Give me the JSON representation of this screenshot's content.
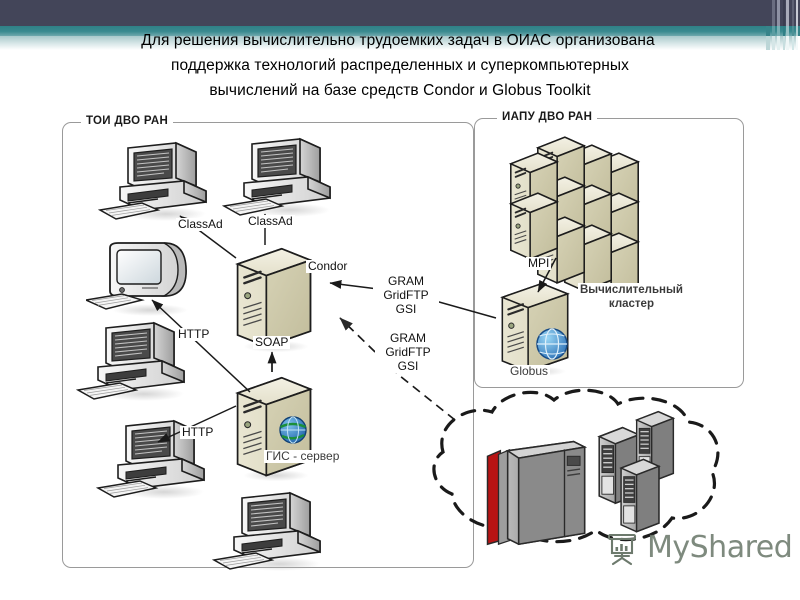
{
  "slide": {
    "title_lines": [
      "Для решения вычислительно трудоемких задач в ОИАС организована",
      "поддержка технологий распределенных и суперкомпьютерных",
      "вычислений на базе средств Condor и Globus Toolkit"
    ],
    "header_colors": {
      "dark_bar": "#434559",
      "teal_bar": "#37848a",
      "fade": "#a9c9cb"
    }
  },
  "panels": {
    "left": {
      "title": "ТОИ ДВО РАН"
    },
    "right": {
      "title": "ИАПУ ДВО РАН"
    }
  },
  "labels": {
    "classad_left": "ClassAd",
    "classad_right": "ClassAd",
    "condor": "Condor",
    "soap": "SOAP",
    "http_top": "HTTP",
    "http_bottom": "HTTP",
    "gram_upper": "GRAM\nGridFTP\nGSI",
    "gram_upper_l1": "GRAM",
    "gram_upper_l2": "GridFTP",
    "gram_upper_l3": "GSI",
    "gram_lower_l1": "GRAM",
    "gram_lower_l2": "GridFTP",
    "gram_lower_l3": "GSI",
    "gis_server": "ГИС - сервер",
    "mpi": "MPI",
    "cluster_l1": "Вычислительный",
    "cluster_l2": "кластер",
    "globus": "Globus"
  },
  "watermark": {
    "text": "MyShared",
    "icon": "projector-screen-icon",
    "color": "#6d7a6d"
  },
  "nodes": {
    "workstations": [
      {
        "name": "workstation-top-left",
        "type": "desktop-pc"
      },
      {
        "name": "workstation-top-right",
        "type": "desktop-pc"
      },
      {
        "name": "workstation-crt",
        "type": "crt-monitor"
      },
      {
        "name": "workstation-mid-left",
        "type": "desktop-pc"
      },
      {
        "name": "workstation-lower-left",
        "type": "desktop-pc"
      },
      {
        "name": "workstation-bottom",
        "type": "desktop-pc"
      }
    ],
    "servers": [
      {
        "name": "condor-server",
        "label": "Condor"
      },
      {
        "name": "gis-server",
        "label": "ГИС - сервер"
      },
      {
        "name": "globus-server",
        "label": "Globus"
      }
    ],
    "cluster": {
      "name": "compute-cluster",
      "label": "Вычислительный кластер",
      "units": 10
    },
    "cloud": {
      "name": "grid-cloud",
      "mainframe": 1,
      "tower_servers": 3
    }
  }
}
